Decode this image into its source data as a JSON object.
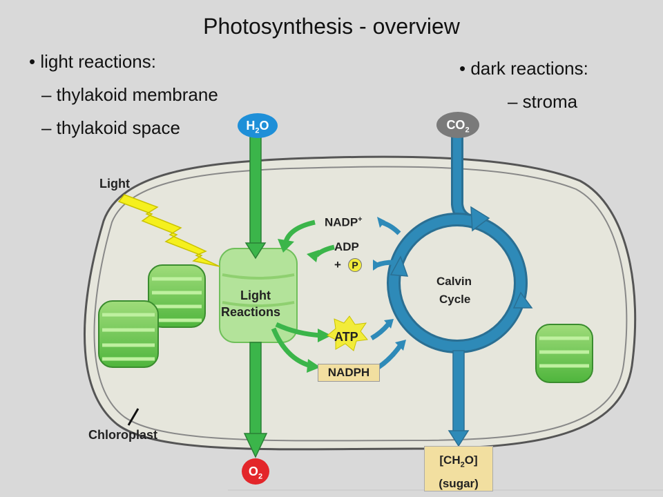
{
  "title": "Photosynthesis - overview",
  "bullets": {
    "light_head": "• light reactions:",
    "light_sub1": "– thylakoid membrane",
    "light_sub2": "– thylakoid space",
    "dark_head": "• dark reactions:",
    "dark_sub1": "– stroma"
  },
  "labels": {
    "light": "Light",
    "chloroplast": "Chloroplast",
    "light_reactions_1": "Light",
    "light_reactions_2": "Reactions",
    "calvin_1": "Calvin",
    "calvin_2": "Cycle",
    "nadp": "NADP",
    "nadp_sup": "+",
    "adp": "ADP",
    "plus": "+",
    "p": "P",
    "atp": "ATP",
    "nadph": "NADPH",
    "h2o_h": "H",
    "h2o_sub": "2",
    "h2o_o": "O",
    "co2_co": "CO",
    "co2_sub": "2",
    "o2_o": "O",
    "o2_sub": "2",
    "sugar_1a": "[CH",
    "sugar_1sub": "2",
    "sugar_1b": "O]",
    "sugar_2": "(sugar)"
  },
  "colors": {
    "background": "#d9d9d9",
    "chloroplast_fill": "#e6e6dc",
    "green_arrow": "#3bb54a",
    "blue_arrow": "#2e8ab8",
    "h2o_badge": "#1e8fd8",
    "co2_badge": "#7a7a7a",
    "o2_badge": "#e3262a",
    "atp_star": "#f2ec3a",
    "light_bolt": "#f5f01e",
    "nadph_box": "#f2dfa0",
    "sugar_box": "#f2dfa0"
  }
}
